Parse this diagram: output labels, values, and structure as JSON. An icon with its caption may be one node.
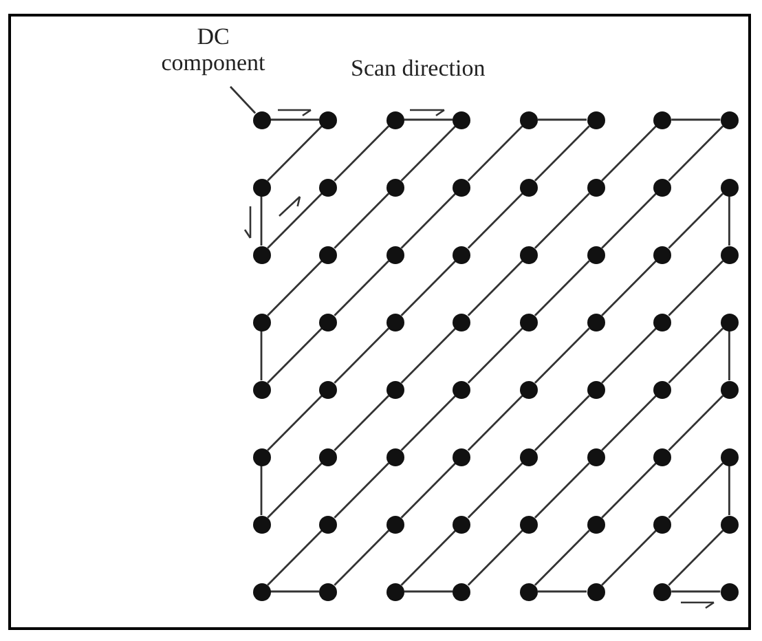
{
  "diagram": {
    "nodes": [
      {
        "text": [
          "DC component"
        ]
      },
      {
        "text": [],
        "shape": "circle"
      },
      {
        "text": [],
        "shape": "circle"
      },
      {
        "text": [],
        "shape": "circle"
      },
      {
        "text": [],
        "shape": "circle"
      },
      {
        "text": [],
        "shape": "circle"
      },
      {
        "text": [],
        "shape": "circle"
      },
      {
        "text": [],
        "shape": "circle"
      },
      {
        "text": [],
        "shape": "circle"
      },
      {
        "text": [],
        "shape": "circle"
      },
      {
        "text": [],
        "shape": "circle"
      },
      {
        "text": [],
        "shape": "circle"
      },
      {
        "text": [],
        "shape": "circle"
      },
      {
        "text": [],
        "shape": "circle"
      },
      {
        "text": [],
        "shape": "circle"
      },
      {
        "text": [],
        "shape": "circle"
      },
      {
        "text": [],
        "shape": "circle"
      },
      {
        "text": [],
        "shape": "circle"
      },
      {
        "text": [],
        "shape": "circle"
      },
      {
        "text": [],
        "shape": "circle"
      },
      {
        "text": [],
        "shape": "circle"
      },
      {
        "text": [],
        "shape": "circle"
      },
      {
        "text": [],
        "shape": "circle"
      },
      {
        "text": [],
        "shape": "circle"
      },
      {
        "text": [],
        "shape": "circle"
      },
      {
        "text": [],
        "shape": "circle"
      },
      {
        "text": [],
        "shape": "circle"
      },
      {
        "text": [],
        "shape": "circle"
      },
      {
        "text": [],
        "shape": "circle"
      },
      {
        "text": [],
        "shape": "circle"
      },
      {
        "text": [],
        "shape": "circle"
      },
      {
        "text": [],
        "shape": "circle"
      },
      {
        "text": [],
        "shape": "circle"
      },
      {
        "text": [],
        "shape": "circle"
      },
      {
        "text": [],
        "shape": "circle"
      },
      {
        "text": [],
        "shape": "circle"
      },
      {
        "text": [],
        "shape": "circle"
      },
      {
        "text": [],
        "shape": "circle"
      },
      {
        "text": [],
        "shape": "circle"
      },
      {
        "text": [],
        "shape": "circle"
      },
      {
        "text": [],
        "shape": "circle"
      },
      {
        "text": [],
        "shape": "circle"
      },
      {
        "text": [],
        "shape": "circle"
      },
      {
        "text": [],
        "shape": "circle"
      },
      {
        "text": [],
        "shape": "circle"
      },
      {
        "text": [],
        "shape": "circle"
      },
      {
        "text": [],
        "shape": "circle"
      },
      {
        "text": [],
        "shape": "circle"
      },
      {
        "text": [],
        "shape": "circle"
      },
      {
        "text": [],
        "shape": "circle"
      },
      {
        "text": [],
        "shape": "circle"
      },
      {
        "text": [],
        "shape": "circle"
      },
      {
        "text": [],
        "shape": "circle"
      },
      {
        "text": [],
        "shape": "circle"
      },
      {
        "text": [],
        "shape": "circle"
      },
      {
        "text": [],
        "shape": "circle"
      },
      {
        "text": [],
        "shape": "circle"
      },
      {
        "text": [],
        "shape": "circle"
      },
      {
        "text": [],
        "shape": "circle"
      },
      {
        "text": [],
        "shape": "circle"
      },
      {
        "text": [],
        "shape": "circle"
      },
      {
        "text": [],
        "shape": "circle"
      },
      {
        "text": [],
        "shape": "circle"
      },
      {
        "text": [],
        "shape": "circle"
      },
      {
        "text": [],
        "shape": "circle"
      }
    ],
    "edges": [
      {
        "from": 0,
        "to": 1,
        "arrow": "none"
      },
      {
        "from": 1,
        "to": 2,
        "arrow": "none"
      },
      {
        "from": 2,
        "to": 9,
        "arrow": "none"
      },
      {
        "from": 9,
        "to": 17,
        "arrow": "none"
      },
      {
        "from": 17,
        "to": 10,
        "arrow": "none"
      },
      {
        "from": 10,
        "to": 3,
        "arrow": "none"
      },
      {
        "from": 3,
        "to": 4,
        "arrow": "none"
      },
      {
        "from": 4,
        "to": 11,
        "arrow": "none"
      },
      {
        "from": 11,
        "to": 18,
        "arrow": "none"
      },
      {
        "from": 18,
        "to": 25,
        "arrow": "none"
      },
      {
        "from": 25,
        "to": 33,
        "arrow": "none"
      },
      {
        "from": 33,
        "to": 26,
        "arrow": "none"
      },
      {
        "from": 26,
        "to": 19,
        "arrow": "none"
      },
      {
        "from": 19,
        "to": 12,
        "arrow": "none"
      },
      {
        "from": 12,
        "to": 5,
        "arrow": "none"
      },
      {
        "from": 5,
        "to": 6,
        "arrow": "none"
      },
      {
        "from": 6,
        "to": 13,
        "arrow": "none"
      },
      {
        "from": 13,
        "to": 20,
        "arrow": "none"
      },
      {
        "from": 20,
        "to": 27,
        "arrow": "none"
      },
      {
        "from": 27,
        "to": 34,
        "arrow": "none"
      },
      {
        "from": 34,
        "to": 41,
        "arrow": "none"
      },
      {
        "from": 41,
        "to": 49,
        "arrow": "none"
      },
      {
        "from": 49,
        "to": 42,
        "arrow": "none"
      },
      {
        "from": 42,
        "to": 35,
        "arrow": "none"
      },
      {
        "from": 35,
        "to": 28,
        "arrow": "none"
      },
      {
        "from": 28,
        "to": 21,
        "arrow": "none"
      },
      {
        "from": 21,
        "to": 14,
        "arrow": "none"
      },
      {
        "from": 14,
        "to": 7,
        "arrow": "none"
      },
      {
        "from": 7,
        "to": 8,
        "arrow": "none"
      },
      {
        "from": 8,
        "to": 15,
        "arrow": "none"
      },
      {
        "from": 15,
        "to": 22,
        "arrow": "none"
      },
      {
        "from": 22,
        "to": 29,
        "arrow": "none"
      },
      {
        "from": 29,
        "to": 36,
        "arrow": "none"
      },
      {
        "from": 36,
        "to": 43,
        "arrow": "none"
      },
      {
        "from": 43,
        "to": 50,
        "arrow": "none"
      },
      {
        "from": 50,
        "to": 57,
        "arrow": "none"
      },
      {
        "from": 57,
        "to": 58,
        "arrow": "none"
      },
      {
        "from": 58,
        "to": 51,
        "arrow": "none"
      },
      {
        "from": 51,
        "to": 44,
        "arrow": "none"
      },
      {
        "from": 44,
        "to": 37,
        "arrow": "none"
      },
      {
        "from": 37,
        "to": 30,
        "arrow": "none"
      },
      {
        "from": 30,
        "to": 23,
        "arrow": "none"
      },
      {
        "from": 23,
        "to": 16,
        "arrow": "none"
      },
      {
        "from": 16,
        "to": 24,
        "arrow": "none"
      },
      {
        "from": 24,
        "to": 31,
        "arrow": "none"
      },
      {
        "from": 31,
        "to": 38,
        "arrow": "none"
      },
      {
        "from": 38,
        "to": 45,
        "arrow": "none"
      },
      {
        "from": 45,
        "to": 52,
        "arrow": "none"
      },
      {
        "from": 52,
        "to": 59,
        "arrow": "none"
      },
      {
        "from": 59,
        "to": 60,
        "arrow": "none"
      },
      {
        "from": 60,
        "to": 53,
        "arrow": "none"
      },
      {
        "from": 53,
        "to": 46,
        "arrow": "none"
      },
      {
        "from": 46,
        "to": 39,
        "arrow": "none"
      },
      {
        "from": 39,
        "to": 32,
        "arrow": "none"
      },
      {
        "from": 32,
        "to": 40,
        "arrow": "none"
      },
      {
        "from": 40,
        "to": 47,
        "arrow": "none"
      },
      {
        "from": 47,
        "to": 54,
        "arrow": "none"
      },
      {
        "from": 54,
        "to": 61,
        "arrow": "none"
      },
      {
        "from": 61,
        "to": 62,
        "arrow": "none"
      },
      {
        "from": 62,
        "to": 55,
        "arrow": "none"
      },
      {
        "from": 55,
        "to": 48,
        "arrow": "none"
      },
      {
        "from": 48,
        "to": 56,
        "arrow": "none"
      },
      {
        "from": 56,
        "to": 63,
        "arrow": "none"
      },
      {
        "from": 63,
        "to": 64,
        "arrow": "none"
      }
    ],
    "labels": [
      "Scan direction"
    ]
  }
}
